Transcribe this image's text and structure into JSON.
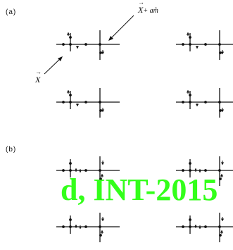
{
  "panel_labels": {
    "a": "(a)",
    "b": "(b)"
  },
  "annotations": {
    "x_plus_am": {
      "vec": "X",
      "rest": "+ am̂"
    },
    "x": {
      "vec": "X"
    }
  },
  "watermark": "d, INT-2015",
  "colors": {
    "ink": "#111111",
    "watermark": "#33ff1a"
  }
}
